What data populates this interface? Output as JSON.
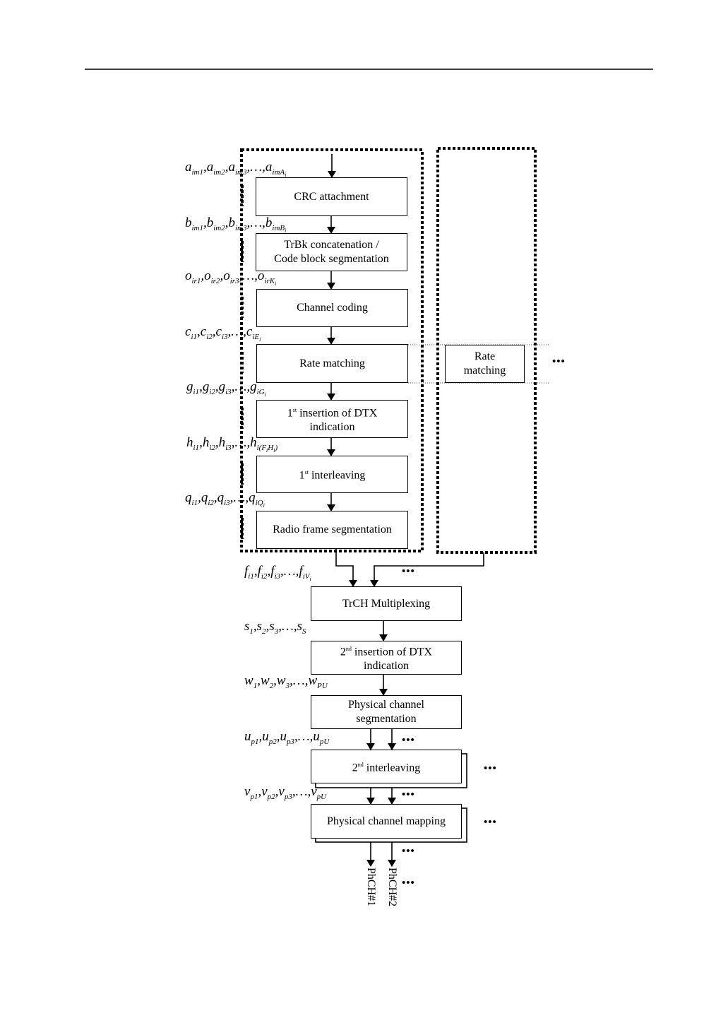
{
  "chain_blocks": [
    {
      "id": "crc",
      "lines": [
        "CRC attachment"
      ]
    },
    {
      "id": "trbk",
      "lines": [
        "TrBk concatenation /",
        "Code block segmentation"
      ]
    },
    {
      "id": "channel-coding",
      "lines": [
        "Channel coding"
      ]
    },
    {
      "id": "rate-matching",
      "lines": [
        "Rate matching"
      ]
    },
    {
      "id": "dtx1",
      "lines": [
        "1st insertion of DTX",
        "indication"
      ]
    },
    {
      "id": "interleave1",
      "lines": [
        "1st  interleaving"
      ]
    },
    {
      "id": "radio-frame",
      "lines": [
        "Radio frame segmentation"
      ]
    }
  ],
  "side_block": {
    "lines": [
      "Rate",
      "matching"
    ]
  },
  "common_blocks": [
    {
      "id": "trch-mux",
      "lines": [
        "TrCH Multiplexing"
      ]
    },
    {
      "id": "dtx2",
      "lines": [
        "2nd insertion of DTX",
        "indication"
      ]
    },
    {
      "id": "phch-seg",
      "lines": [
        "Physical channel",
        "segmentation"
      ]
    },
    {
      "id": "interleave2",
      "lines": [
        "2nd interleaving"
      ]
    },
    {
      "id": "phch-map",
      "lines": [
        "Physical channel mapping"
      ]
    }
  ],
  "signal_labels": {
    "a": {
      "sym": "a",
      "subs": [
        "im1",
        "im2",
        "im3",
        "imA"
      ],
      "last_sub_sub": "i"
    },
    "b": {
      "sym": "b",
      "subs": [
        "im1",
        "im2",
        "im3",
        "imB"
      ],
      "last_sub_sub": "i"
    },
    "o": {
      "sym": "o",
      "subs": [
        "ir1",
        "ir2",
        "ir3",
        "irK"
      ],
      "last_sub_sub": "i"
    },
    "c": {
      "sym": "c",
      "subs": [
        "i1",
        "i2",
        "i3",
        "iE"
      ],
      "last_sub_sub": "i"
    },
    "g": {
      "sym": "g",
      "subs": [
        "i1",
        "i2",
        "i3",
        "iG"
      ],
      "last_sub_sub": "i"
    },
    "h": {
      "sym": "h",
      "subs": [
        "i1",
        "i2",
        "i3",
        "i(F",
        "H",
        "i)"
      ],
      "last_sub_sub": "i"
    },
    "q": {
      "sym": "q",
      "subs": [
        "i1",
        "i2",
        "i3",
        "iQ"
      ],
      "last_sub_sub": "i"
    },
    "f": {
      "sym": "f",
      "subs": [
        "i1",
        "i2",
        "i3",
        "iV"
      ],
      "last_sub_sub": "i"
    },
    "s": {
      "sym": "s",
      "subs": [
        "1",
        "2",
        "3",
        "S"
      ]
    },
    "w": {
      "sym": "w",
      "subs": [
        "1",
        "2",
        "3",
        "PU"
      ]
    },
    "u": {
      "sym": "u",
      "subs": [
        "p1",
        "p2",
        "p3",
        "pU"
      ]
    },
    "v": {
      "sym": "v",
      "subs": [
        "p1",
        "p2",
        "p3",
        "pU"
      ]
    }
  },
  "outputs": [
    "PhCH#1",
    "PhCH#2"
  ],
  "ellipsis": "•••"
}
